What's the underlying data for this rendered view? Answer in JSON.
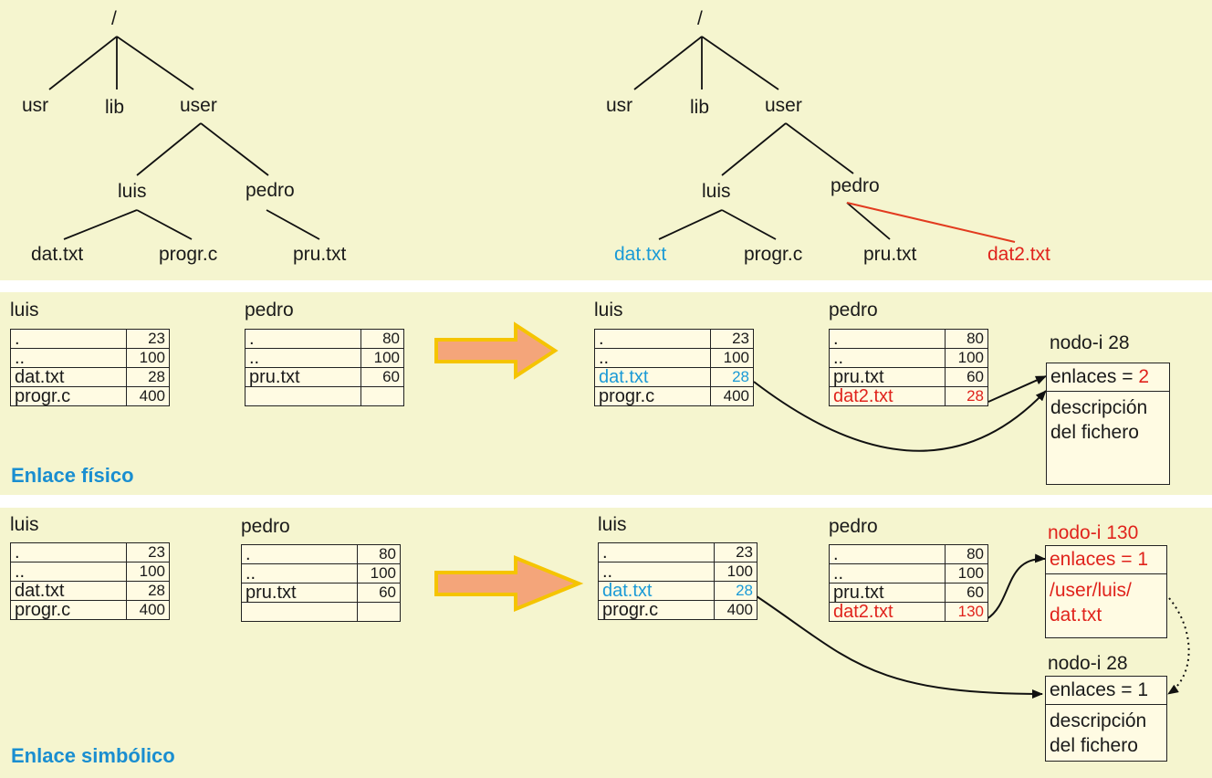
{
  "tree_left": {
    "root": "/",
    "usr": "usr",
    "lib": "lib",
    "user": "user",
    "luis": "luis",
    "pedro": "pedro",
    "dat": "dat.txt",
    "progr": "progr.c",
    "pru": "pru.txt"
  },
  "tree_right": {
    "root": "/",
    "usr": "usr",
    "lib": "lib",
    "user": "user",
    "luis": "luis",
    "pedro": "pedro",
    "dat": "dat.txt",
    "progr": "progr.c",
    "pru": "pru.txt",
    "dat2": "dat2.txt"
  },
  "fisico": {
    "title": "Enlace físico",
    "before": {
      "luis": {
        "label": "luis",
        "rows": [
          {
            "n": ".",
            "v": "23"
          },
          {
            "n": "..",
            "v": "100"
          },
          {
            "n": "dat.txt",
            "v": "28"
          },
          {
            "n": "progr.c",
            "v": "400"
          }
        ]
      },
      "pedro": {
        "label": "pedro",
        "rows": [
          {
            "n": ".",
            "v": "80"
          },
          {
            "n": "..",
            "v": "100"
          },
          {
            "n": "pru.txt",
            "v": "60"
          },
          {
            "n": "",
            "v": ""
          }
        ]
      }
    },
    "after": {
      "luis": {
        "label": "luis",
        "rows": [
          {
            "n": ".",
            "v": "23"
          },
          {
            "n": "..",
            "v": "100"
          },
          {
            "n": "dat.txt",
            "v": "28"
          },
          {
            "n": "progr.c",
            "v": "400"
          }
        ]
      },
      "pedro": {
        "label": "pedro",
        "rows": [
          {
            "n": ".",
            "v": "80"
          },
          {
            "n": "..",
            "v": "100"
          },
          {
            "n": "pru.txt",
            "v": "60"
          },
          {
            "n": "dat2.txt",
            "v": "28"
          }
        ]
      }
    },
    "inode": {
      "label": "nodo-i 28",
      "links_text": "enlaces = ",
      "links_value": "2",
      "desc1": "descripción",
      "desc2": "del fichero"
    }
  },
  "simbolico": {
    "title": "Enlace simbólico",
    "before": {
      "luis": {
        "label": "luis",
        "rows": [
          {
            "n": ".",
            "v": "23"
          },
          {
            "n": "..",
            "v": "100"
          },
          {
            "n": "dat.txt",
            "v": "28"
          },
          {
            "n": "progr.c",
            "v": "400"
          }
        ]
      },
      "pedro": {
        "label": "pedro",
        "rows": [
          {
            "n": ".",
            "v": "80"
          },
          {
            "n": "..",
            "v": "100"
          },
          {
            "n": "pru.txt",
            "v": "60"
          },
          {
            "n": "",
            "v": ""
          }
        ]
      }
    },
    "after": {
      "luis": {
        "label": "luis",
        "rows": [
          {
            "n": ".",
            "v": "23"
          },
          {
            "n": "..",
            "v": "100"
          },
          {
            "n": "dat.txt",
            "v": "28"
          },
          {
            "n": "progr.c",
            "v": "400"
          }
        ]
      },
      "pedro": {
        "label": "pedro",
        "rows": [
          {
            "n": ".",
            "v": "80"
          },
          {
            "n": "..",
            "v": "100"
          },
          {
            "n": "pru.txt",
            "v": "60"
          },
          {
            "n": "dat2.txt",
            "v": "130"
          }
        ]
      }
    },
    "inode130": {
      "label": "nodo-i 130",
      "links": "enlaces = 1",
      "path1": "/user/luis/",
      "path2": "dat.txt"
    },
    "inode28": {
      "label": "nodo-i 28",
      "links": "enlaces = 1",
      "desc1": "descripción",
      "desc2": "del fichero"
    }
  },
  "colors": {
    "background": "#f5f5cf",
    "cell": "#fffbe3",
    "blue": "#1a9ad6",
    "red": "#e0231c",
    "arrow_fill": "#f4a57a",
    "arrow_border": "#f5c400"
  }
}
